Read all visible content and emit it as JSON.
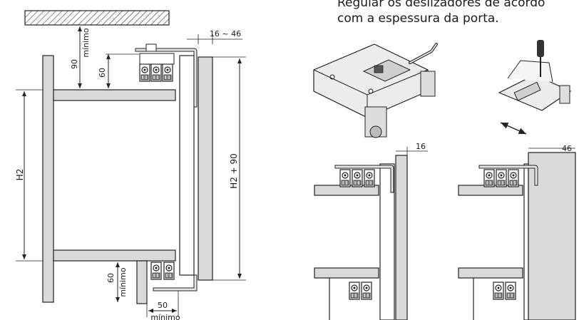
{
  "caption": {
    "line1": "Regular os deslizadores de acordo",
    "line2": "com a espessura da porta."
  },
  "dimensions": {
    "top_min_distance": "90",
    "top_min_word": "mínimo",
    "top_small": "60",
    "door_range": "16 ~ 46",
    "cabinet_height": "H2",
    "door_height": "H2 + 90",
    "bottom_small": "60",
    "bottom_min_word": "mínimo",
    "bottom_width": "50",
    "bottom_width_word": "mínimo",
    "thin_door": "16",
    "thick_door": "46"
  }
}
